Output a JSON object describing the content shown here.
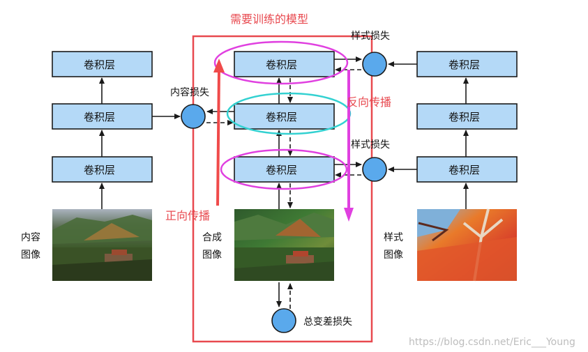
{
  "diagram": {
    "title_model": "需要训练的模型",
    "conv_label": "卷积层",
    "content_loss": "内容损失",
    "style_loss": "样式损失",
    "backprop": "反向传播",
    "forward": "正向传播",
    "content_image": [
      "内容",
      "图像"
    ],
    "synth_image": [
      "合成",
      "图像"
    ],
    "style_image": [
      "样式",
      "图像"
    ],
    "tv_loss": "总变差损失",
    "watermark": "https://blog.csdn.net/Eric___Young"
  },
  "colors": {
    "conv_fill": "#b4d9f7",
    "loss_fill": "#5aa9ec",
    "model_box": "#e8494f",
    "magenta": "#e040e0",
    "cyan": "#33d1d1",
    "label_red": "#e8494f"
  }
}
